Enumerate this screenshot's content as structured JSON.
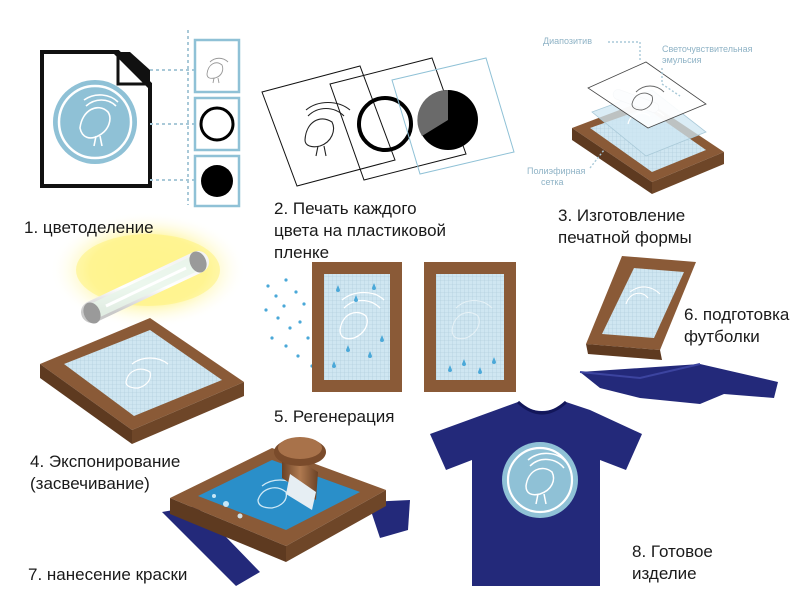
{
  "steps": {
    "s1": "1. цветоделение",
    "s2": [
      "2. Печать каждого",
      "цвета на пластиковой",
      "пленке"
    ],
    "s3": [
      "3. Изготовление",
      "печатной формы"
    ],
    "s4": [
      "4. Экспонирование",
      "(засвечивание)"
    ],
    "s5": "5. Регенерация",
    "s6": [
      "6. подготовка",
      "футболки"
    ],
    "s7": "7. нанесение краски",
    "s8": [
      "8. Готовое",
      "изделие"
    ]
  },
  "notes": {
    "diapositive": "Диапозитив",
    "emulsion": [
      "Светочувствительная",
      "эмульсия"
    ],
    "mesh": [
      "Полиэфирная",
      "сетка"
    ]
  },
  "colors": {
    "frame": "#8a5a37",
    "frame_dark": "#5e3a20",
    "mesh": "#c9e3ef",
    "logo_light": "#8fc1d6",
    "shirt": "#23297a",
    "ink": "#2a8fc9",
    "glow": "#fff27a"
  }
}
